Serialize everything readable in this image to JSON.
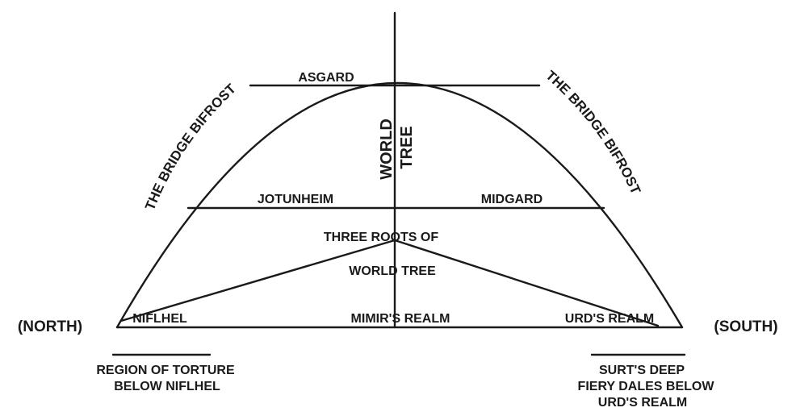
{
  "diagram": {
    "left_arc_label": "THE BRIDGE BIFROST",
    "right_arc_label": "THE BRIDGE BIFROST",
    "asgard": "ASGARD",
    "world": "WORLD",
    "tree": "TREE",
    "jotunheim": "JOTUNHEIM",
    "midgard": "MIDGARD",
    "three_roots": "THREE ROOTS OF",
    "world_tree": "WORLD TREE",
    "niflhel": "NIFLHEL",
    "mimirs_realm": "MIMIR'S REALM",
    "urds_realm": "URD'S REALM",
    "north": "(NORTH)",
    "south": "(SOUTH)",
    "torture_line1": "REGION OF TORTURE",
    "torture_line2": "BELOW NIFLHEL",
    "surt_line1": "SURT'S DEEP",
    "surt_line2": "FIERY DALES BELOW",
    "surt_line3": "URD'S REALM"
  },
  "colors": {
    "ink": "#1a1a1a",
    "paper": "#ffffff"
  }
}
